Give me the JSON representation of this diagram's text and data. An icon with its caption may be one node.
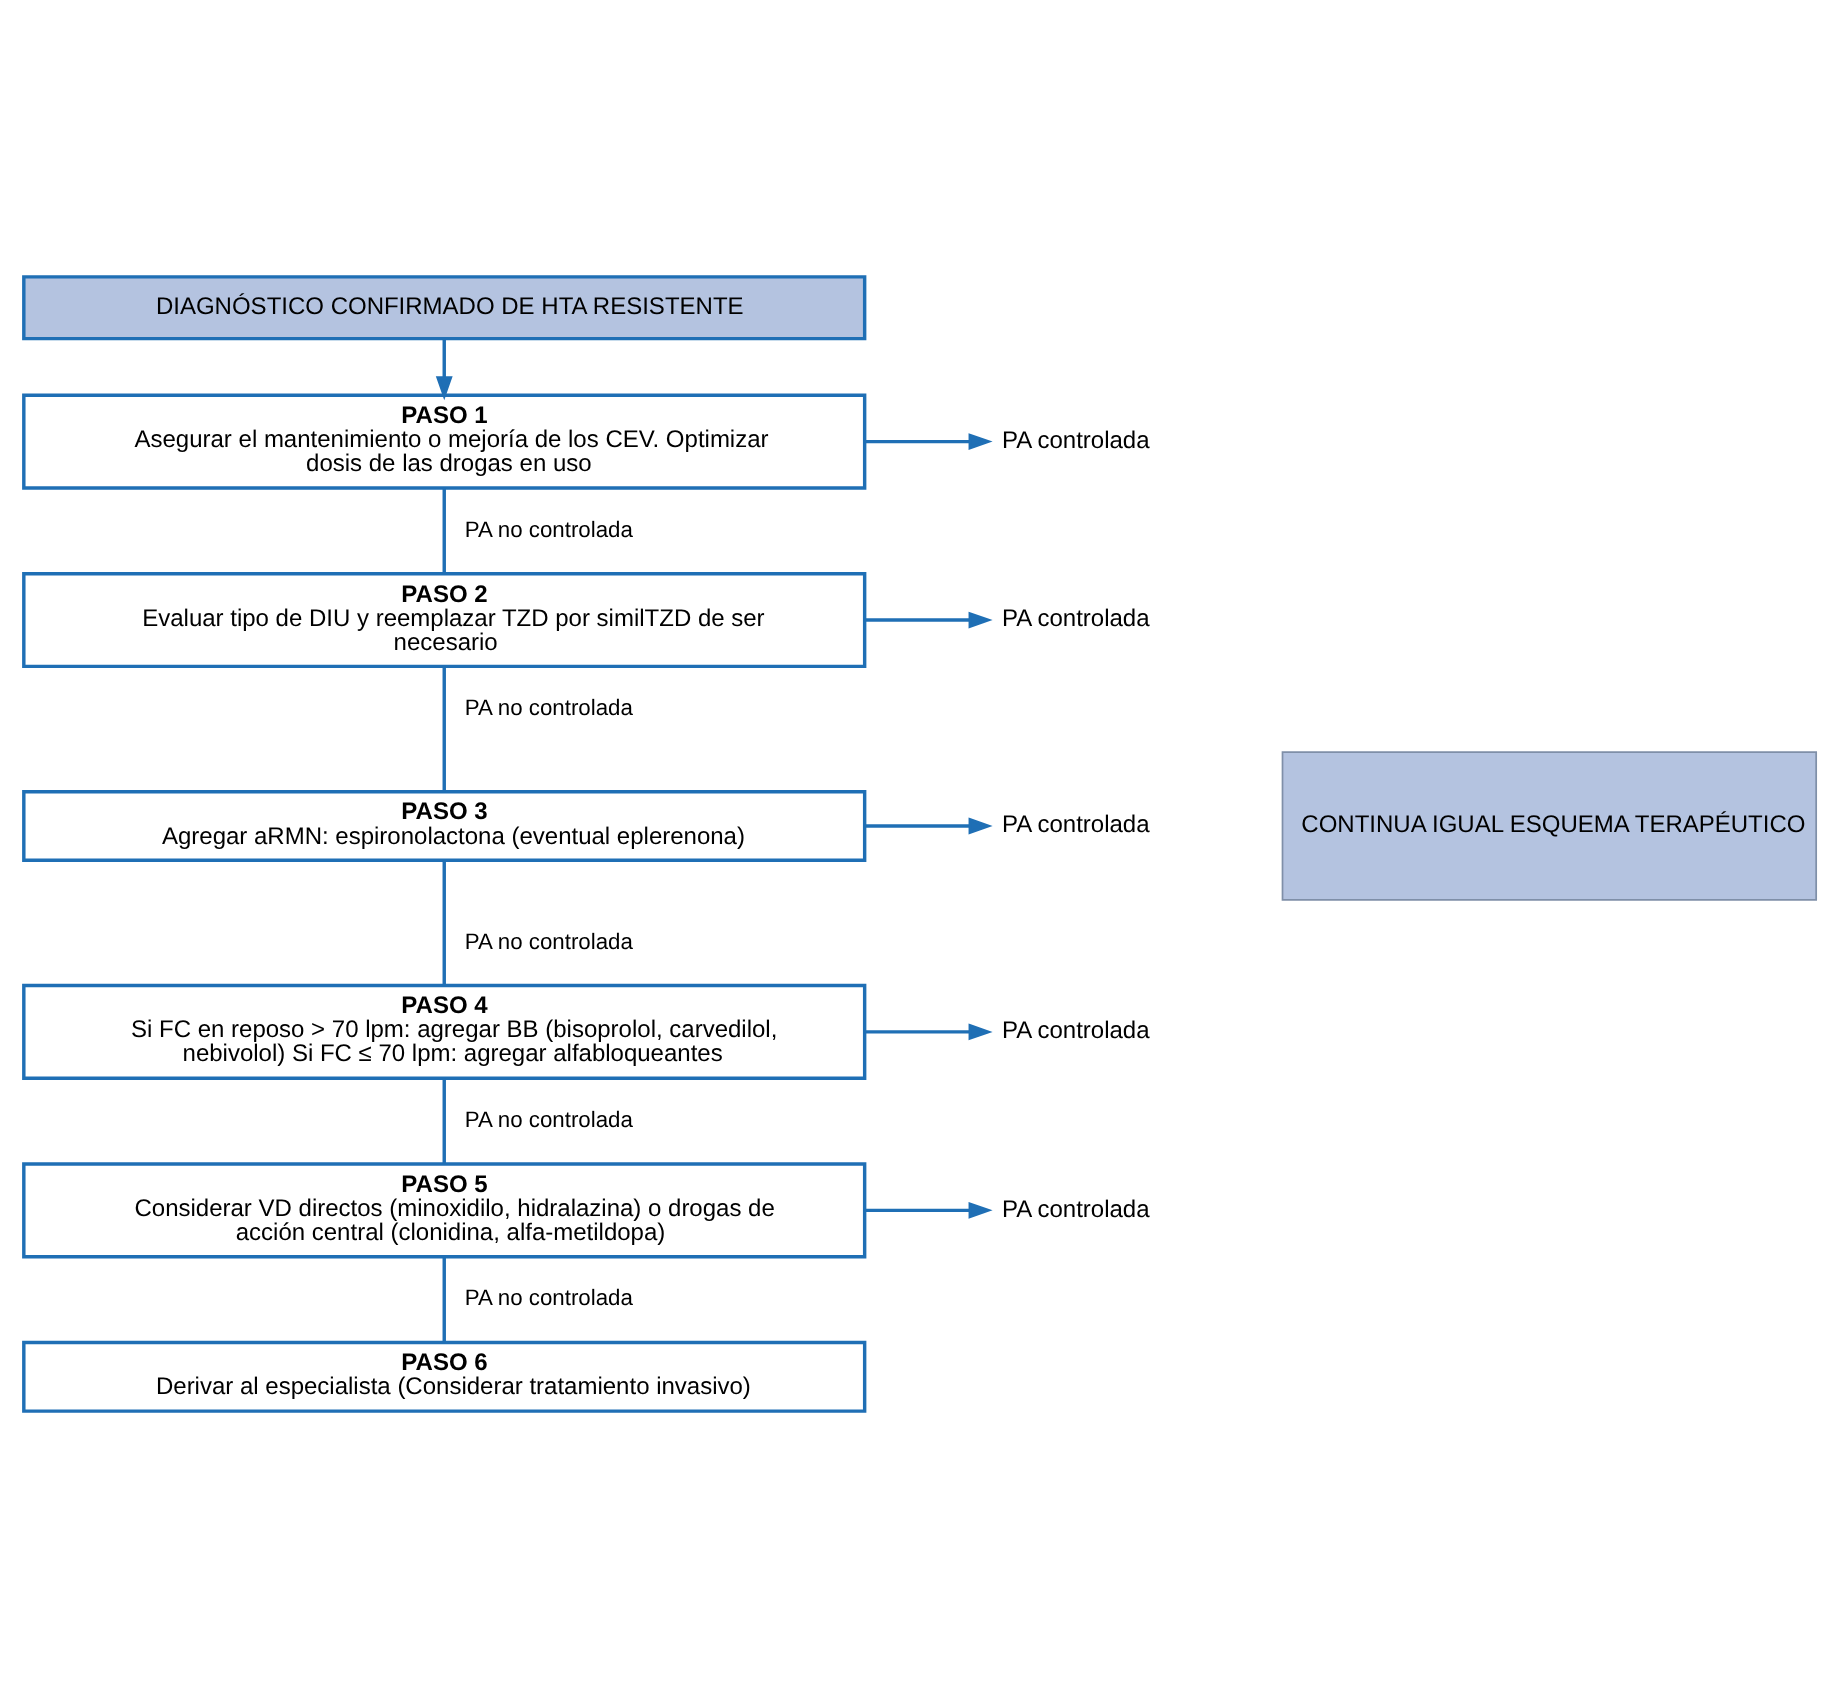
{
  "diagram": {
    "nodes": [
      {
        "text": [
          "DIAGNÓSTICO CONFIRMADO DE HTA RESISTENTE"
        ]
      },
      {
        "text": [
          "PASO 1",
          "Asegurar el mantenimiento o mejoría de los CEV. Optimizar dosis de las drogas en uso"
        ]
      },
      {
        "text": [
          "PA controlada"
        ]
      },
      {
        "text": [
          "PASO 2",
          "Evaluar tipo de DIU y reemplazar TZD por similTZD de ser necesario"
        ]
      },
      {
        "text": [
          "PA controlada"
        ]
      },
      {
        "text": [
          "PASO 3",
          "Agregar aRMN: espironolactona (eventual eplerenona)"
        ]
      },
      {
        "text": [
          "PA controlada"
        ]
      },
      {
        "text": [
          "PASO 4",
          "Si FC en reposo > 70 lpm: agregar BB (bisoprolol, carvedilol, nebivolol) Si FC ≤ 70 lpm: agregar alfabloqueantes"
        ]
      },
      {
        "text": [
          "PA controlada"
        ]
      },
      {
        "text": [
          "PASO 5",
          "Considerar VD directos (minoxidilo, hidralazina) o drogas de acción central (clonidina, alfa-metildopa)"
        ]
      },
      {
        "text": [
          "PA controlada"
        ]
      },
      {
        "text": [
          "PASO 6",
          "Derivar al especialista (Considerar tratamiento invasivo)"
        ]
      },
      {
        "text": [
          "CONTINUA IGUAL ESQUEMA TERAPÉUTICO"
        ]
      }
    ],
    "edges": [
      {
        "from": 0,
        "to": 1,
        "arrow": "to"
      },
      {
        "from": 1,
        "to": 2,
        "arrow": "to"
      },
      {
        "from": 1,
        "to": 3,
        "arrow": "none",
        "label": "PA no controlada"
      },
      {
        "from": 3,
        "to": 4,
        "arrow": "to"
      },
      {
        "from": 3,
        "to": 5,
        "arrow": "none",
        "label": "PA no controlada"
      },
      {
        "from": 5,
        "to": 6,
        "arrow": "to"
      },
      {
        "from": 5,
        "to": 7,
        "arrow": "none",
        "label": "PA no controlada"
      },
      {
        "from": 7,
        "to": 8,
        "arrow": "to"
      },
      {
        "from": 7,
        "to": 9,
        "arrow": "none",
        "label": "PA no controlada"
      },
      {
        "from": 9,
        "to": 10,
        "arrow": "to"
      },
      {
        "from": 9,
        "to": 11,
        "arrow": "none",
        "label": "PA no controlada"
      }
    ]
  }
}
